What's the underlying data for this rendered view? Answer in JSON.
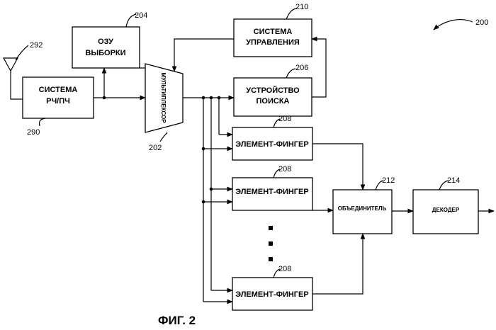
{
  "diagram": {
    "ref_main": "200",
    "figure_caption": "ФИГ. 2",
    "antenna_ref": "292",
    "rf": {
      "line1": "СИСТЕМА",
      "line2": "РЧ/ПЧ",
      "ref": "290"
    },
    "ram": {
      "line1": "ОЗУ",
      "line2": "ВЫБОРКИ",
      "ref": "204"
    },
    "mux": {
      "label": "МУЛЬТИПЛЕКСОР",
      "ref": "202"
    },
    "control": {
      "line1": "СИСТЕМА",
      "line2": "УПРАВЛЕНИЯ",
      "ref": "210"
    },
    "searcher": {
      "line1": "УСТРОЙСТВО",
      "line2": "ПОИСКА",
      "ref": "206"
    },
    "fingers": [
      {
        "label": "ЭЛЕМЕНТ-ФИНГЕР",
        "ref": "208"
      },
      {
        "label": "ЭЛЕМЕНТ-ФИНГЕР",
        "ref": "208"
      },
      {
        "label": "ЭЛЕМЕНТ-ФИНГЕР",
        "ref": "208"
      }
    ],
    "combiner": {
      "label": "ОБЪЕДИНИТЕЛЬ",
      "ref": "212"
    },
    "decoder": {
      "label": "ДЕКОДЕР",
      "ref": "214"
    }
  }
}
